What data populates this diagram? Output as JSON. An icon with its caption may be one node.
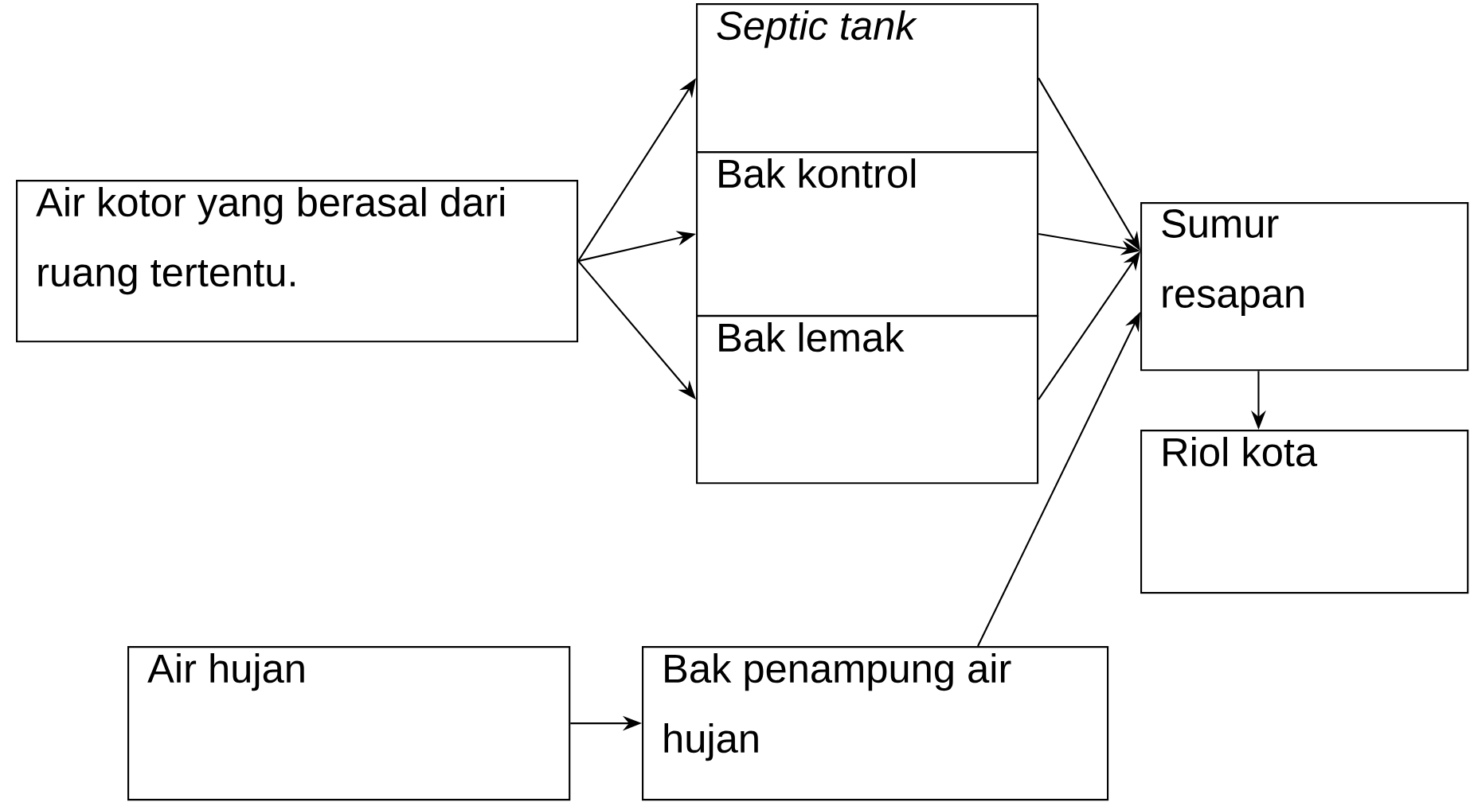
{
  "diagram": {
    "nodes": [
      {
        "text": [
          "Air kotor yang berasal dari ruang tertentu."
        ]
      },
      {
        "text": [
          "Septic tank"
        ]
      },
      {
        "text": [
          "Bak kontrol"
        ]
      },
      {
        "text": [
          "Bak lemak"
        ]
      },
      {
        "text": [
          "Sumur resapan"
        ]
      },
      {
        "text": [
          "Riol kota"
        ]
      },
      {
        "text": [
          "Air hujan"
        ]
      },
      {
        "text": [
          "Bak penampung air hujan"
        ]
      }
    ],
    "edges": [
      {
        "from": 0,
        "to": 1,
        "arrow": "to"
      },
      {
        "from": 0,
        "to": 2,
        "arrow": "to"
      },
      {
        "from": 0,
        "to": 3,
        "arrow": "to"
      },
      {
        "from": 1,
        "to": 4,
        "arrow": "to"
      },
      {
        "from": 2,
        "to": 4,
        "arrow": "to"
      },
      {
        "from": 3,
        "to": 4,
        "arrow": "to"
      },
      {
        "from": 4,
        "to": 5,
        "arrow": "to"
      },
      {
        "from": 6,
        "to": 7,
        "arrow": "to"
      },
      {
        "from": 7,
        "to": 4,
        "arrow": "to"
      }
    ]
  }
}
